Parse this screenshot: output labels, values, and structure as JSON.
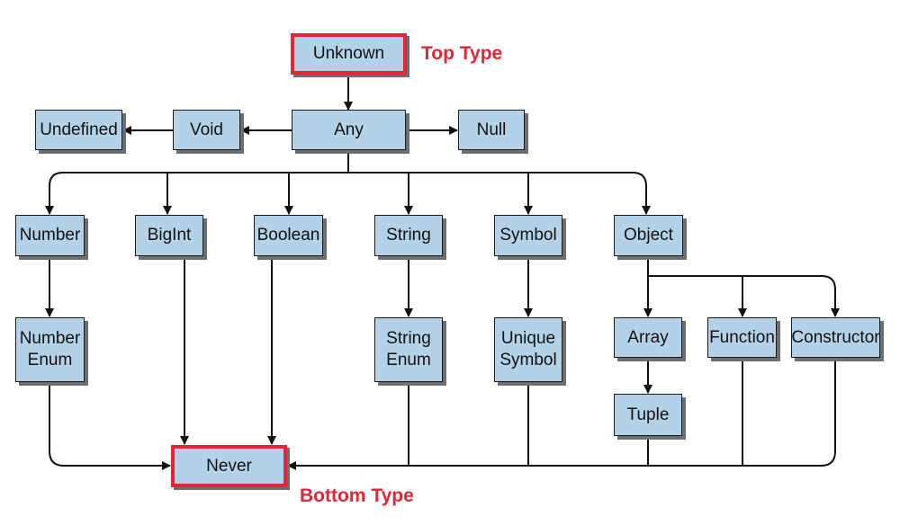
{
  "nodes": {
    "unknown": "Unknown",
    "any": "Any",
    "void": "Void",
    "undefined": "Undefined",
    "null": "Null",
    "number": "Number",
    "bigint": "BigInt",
    "boolean": "Boolean",
    "string": "String",
    "symbol": "Symbol",
    "object": "Object",
    "number_enum": "Number\nEnum",
    "string_enum": "String\nEnum",
    "unique_symbol": "Unique\nSymbol",
    "array": "Array",
    "function": "Function",
    "constructor": "Constructor",
    "tuple": "Tuple",
    "never": "Never"
  },
  "callouts": {
    "top": "Top Type",
    "bottom": "Bottom Type"
  },
  "colors": {
    "node_fill": "#b3d2e8",
    "highlight": "#e32636",
    "line": "#111111"
  }
}
